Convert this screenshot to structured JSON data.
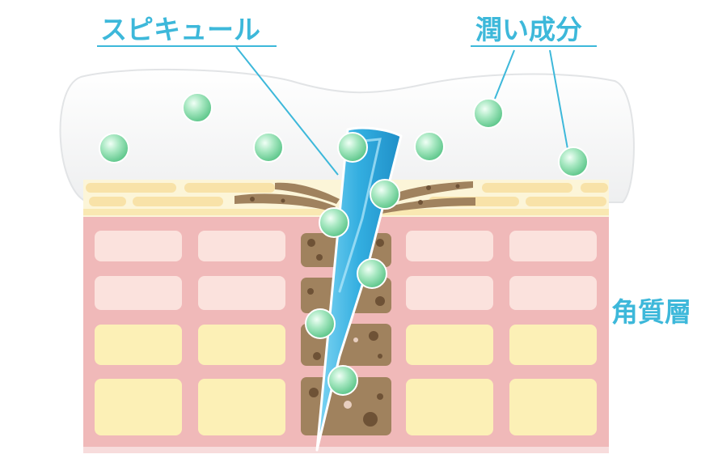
{
  "labels": {
    "spicule": "スピキュール",
    "moisture": "潤い成分",
    "stratum_corneum": "角質層"
  },
  "colors": {
    "label": "#3db8da",
    "skin_cell_pink": "#f6d2d2",
    "skin_cell_yellow": "#fcf0b6",
    "skin_background": "#f0b9b9",
    "sebum_layer": "#f8e2a8",
    "damaged_cell": "#a0825e",
    "spicule": "#33aee0",
    "moisture_ball": "#7fd7a6",
    "gel": "#f4f5f6"
  }
}
